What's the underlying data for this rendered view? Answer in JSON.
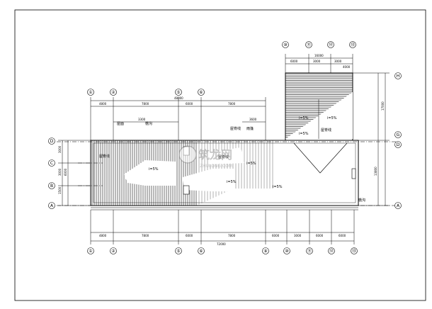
{
  "grid_top": [
    "①",
    "②",
    "⑤",
    "⑥",
    "⑩",
    "⑪",
    "⑫",
    "⑬"
  ],
  "grid_bottom": [
    "①",
    "②",
    "⑤",
    "⑥",
    "⑨",
    "⑩",
    "⑪",
    "⑫",
    "⑬"
  ],
  "grid_upper_right": [
    "⑩",
    "⑪",
    "⑫",
    "⑬"
  ],
  "grid_left": [
    "D",
    "C",
    "B",
    "A"
  ],
  "grid_right": [
    "H",
    "G",
    "D",
    "A"
  ],
  "dims_top": [
    "4800",
    "7800",
    "6000",
    "7800"
  ],
  "dim_top_total": "48000",
  "dims_top_small": [
    "3300",
    "3600"
  ],
  "dims_upper_right": [
    "6000",
    "3000",
    "3000",
    "4000"
  ],
  "dim_upper_right_total": "16000",
  "dims_bottom": [
    "4800",
    "7800",
    "6000",
    "7800",
    "6000",
    "3000",
    "6000",
    "6000"
  ],
  "dim_bottom_total": "72000",
  "dims_left": [
    "3000",
    "3000",
    "1500",
    "6000"
  ],
  "dims_right": [
    "17000",
    "13800"
  ],
  "labels": {
    "label_top_a": "屋面",
    "label_top_b": "檐沟",
    "label_top_c": "雨篷",
    "label_left_a": "屋脊线",
    "label_center": "屋脊线",
    "label_right": "屋脊线",
    "slope_1": "i=5%",
    "slope_2": "i=5%",
    "slope_3": "i=5%",
    "slope_4": "i=5%",
    "slope_5": "i=5%",
    "slope_6": "i=5%",
    "slope_7": "i=5%",
    "note_bottom_right": "檐沟"
  },
  "watermark": "筑龙网",
  "watermark_sub": "ZHULONG.COM"
}
